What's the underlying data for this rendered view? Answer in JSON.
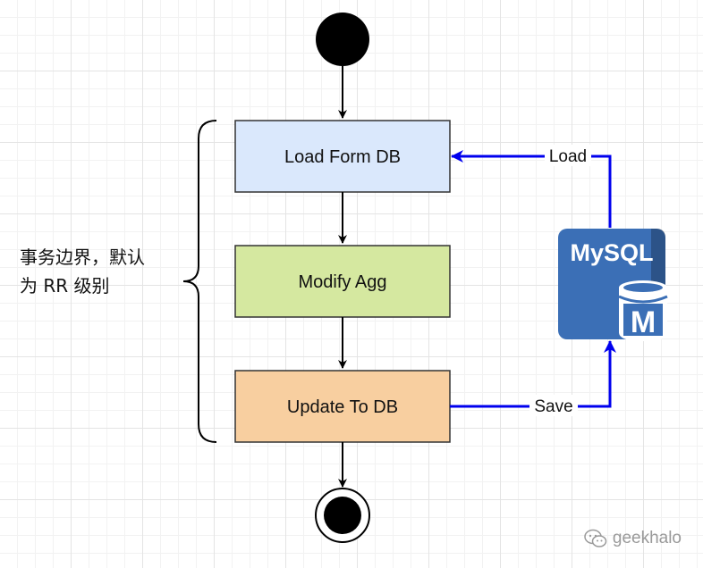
{
  "nodes": {
    "load": {
      "label": "Load Form DB",
      "fill": "#dae8fc"
    },
    "modify": {
      "label": "Modify Agg",
      "fill": "#d5e8a0"
    },
    "update": {
      "label": "Update To DB",
      "fill": "#f8cfa0"
    }
  },
  "edges": {
    "load_label": "Load",
    "save_label": "Save",
    "color": "#0000ee"
  },
  "mysql": {
    "title": "MySQL",
    "badge": "M",
    "color": "#3b6fb6"
  },
  "note": {
    "line1": "事务边界，默认",
    "line2": "为 RR 级别"
  },
  "watermark": {
    "text": "geekhalo"
  }
}
